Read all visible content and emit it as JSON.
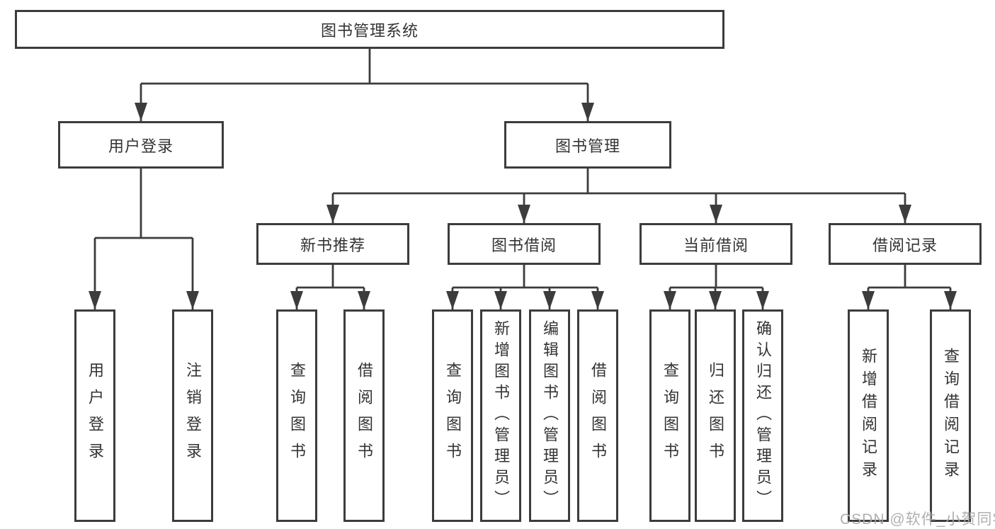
{
  "nodes": {
    "root": "图书管理系统",
    "branches": [
      "用户登录",
      "图书管理"
    ],
    "sections": [
      "新书推荐",
      "图书借阅",
      "当前借阅",
      "借阅记录"
    ],
    "leaves": {
      "user_login": [
        "用户登录",
        "注销登录"
      ],
      "new_books": [
        "查询图书",
        "借阅图书"
      ],
      "book_borrow": [
        "查询图书",
        "新增图书（管理员）",
        "编辑图书（管理员）",
        "借阅图书"
      ],
      "current_borrow": [
        "查询图书",
        "归还图书",
        "确认归还（管理员）"
      ],
      "borrow_records": [
        "新增借阅记录",
        "查询借阅记录"
      ]
    }
  },
  "watermark": "CSDN @软件_小贺同学",
  "colors": {
    "line": "#3c3c3c",
    "text": "#333333",
    "watermark": "#a9a9a9",
    "background": "#ffffff"
  }
}
